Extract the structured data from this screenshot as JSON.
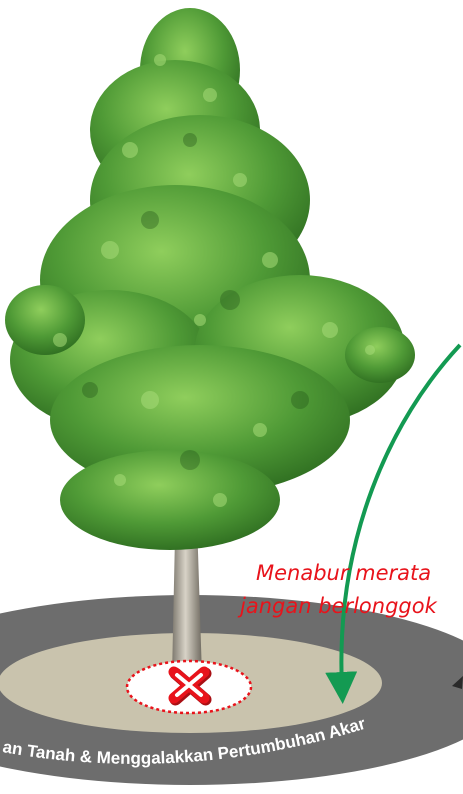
{
  "annotation": {
    "line1": "Menabur merata",
    "line2": "jangan berlonggok"
  },
  "ring_text": "an Tanah & Menggalakkan Pertumbuhan Akar",
  "icons": {
    "tree": "tree-illustration",
    "no_zone": "x-mark-icon",
    "arrow": "curved-arrow-icon",
    "side_arrow": "arrow-icon"
  },
  "colors": {
    "ring": "#6d6d6d",
    "soil": "#c9c3ad",
    "arrow": "#139a52",
    "annotation": "#e8131b",
    "x_mark": "#e8131b",
    "foliage": "#4f9a36",
    "trunk": "#b8b2a4"
  }
}
